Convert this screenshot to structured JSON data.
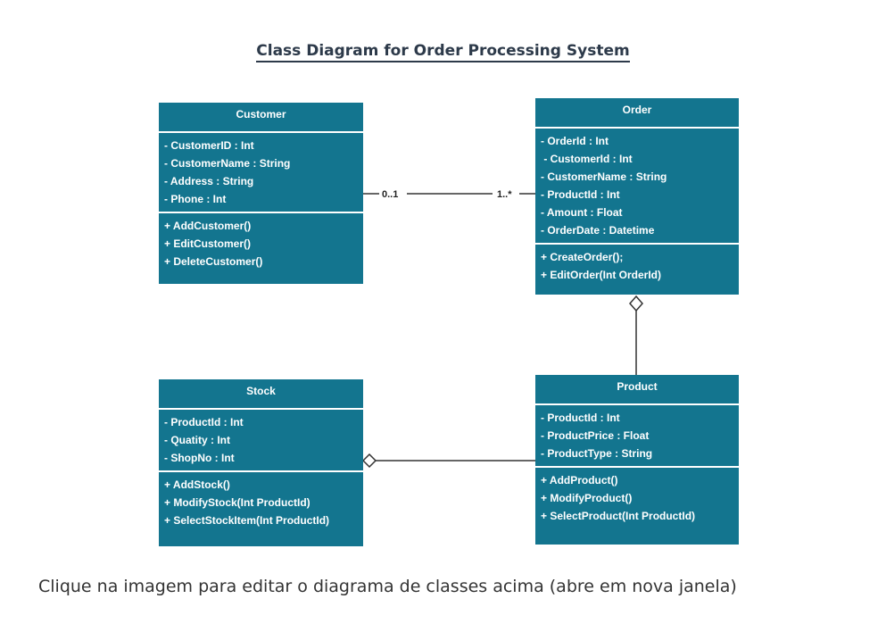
{
  "title": "Class Diagram for Order Processing System",
  "caption": "Clique na imagem para editar o diagrama de classes acima (abre em nova janela)",
  "colors": {
    "class_fill": "#13758f",
    "text": "#ffffff",
    "line": "#333333"
  },
  "classes": {
    "customer": {
      "name": "Customer",
      "attributes": [
        "- CustomerID : Int",
        "- CustomerName : String",
        "- Address : String",
        "- Phone : Int"
      ],
      "methods": [
        "+ AddCustomer()",
        "+ EditCustomer()",
        "+ DeleteCustomer()"
      ]
    },
    "order": {
      "name": "Order",
      "attributes": [
        "- OrderId : Int",
        " - CustomerId : Int",
        "- CustomerName : String",
        "- ProductId : Int",
        "- Amount : Float",
        "- OrderDate : Datetime"
      ],
      "methods": [
        "+ CreateOrder();",
        "+ EditOrder(Int OrderId)"
      ]
    },
    "stock": {
      "name": "Stock",
      "attributes": [
        "- ProductId : Int",
        "- Quatity : Int",
        "- ShopNo : Int"
      ],
      "methods": [
        "+ AddStock()",
        "+ ModifyStock(Int ProductId)",
        "+ SelectStockItem(Int ProductId)"
      ]
    },
    "product": {
      "name": "Product",
      "attributes": [
        "- ProductId : Int",
        "- ProductPrice : Float",
        "- ProductType : String"
      ],
      "methods": [
        "+ AddProduct()",
        "+ ModifyProduct()",
        "+ SelectProduct(Int ProductId)"
      ]
    }
  },
  "associations": {
    "customer_order": {
      "source_multiplicity": "0..1",
      "target_multiplicity": "1..*"
    }
  }
}
